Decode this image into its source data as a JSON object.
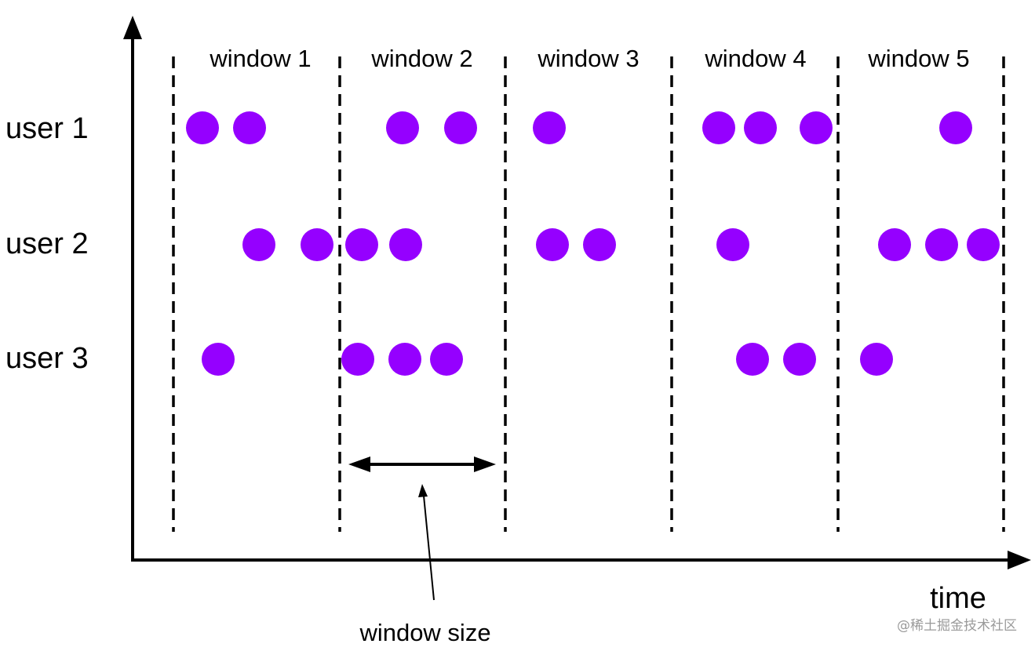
{
  "diagram": {
    "windows": [
      "window 1",
      "window 2",
      "window 3",
      "window 4",
      "window 5"
    ],
    "users": [
      "user 1",
      "user 2",
      "user 3"
    ],
    "time_label": "time",
    "window_size_label": "window size",
    "watermark": "@稀土掘金技术社区",
    "event_color": "#9500ff",
    "events": {
      "user 1": [
        1,
        1,
        2,
        2,
        3,
        4,
        4,
        4,
        5
      ],
      "user 2": [
        1,
        1,
        2,
        2,
        3,
        3,
        4,
        5,
        5,
        5
      ],
      "user 3": [
        1,
        2,
        2,
        2,
        4,
        4,
        5
      ]
    }
  }
}
